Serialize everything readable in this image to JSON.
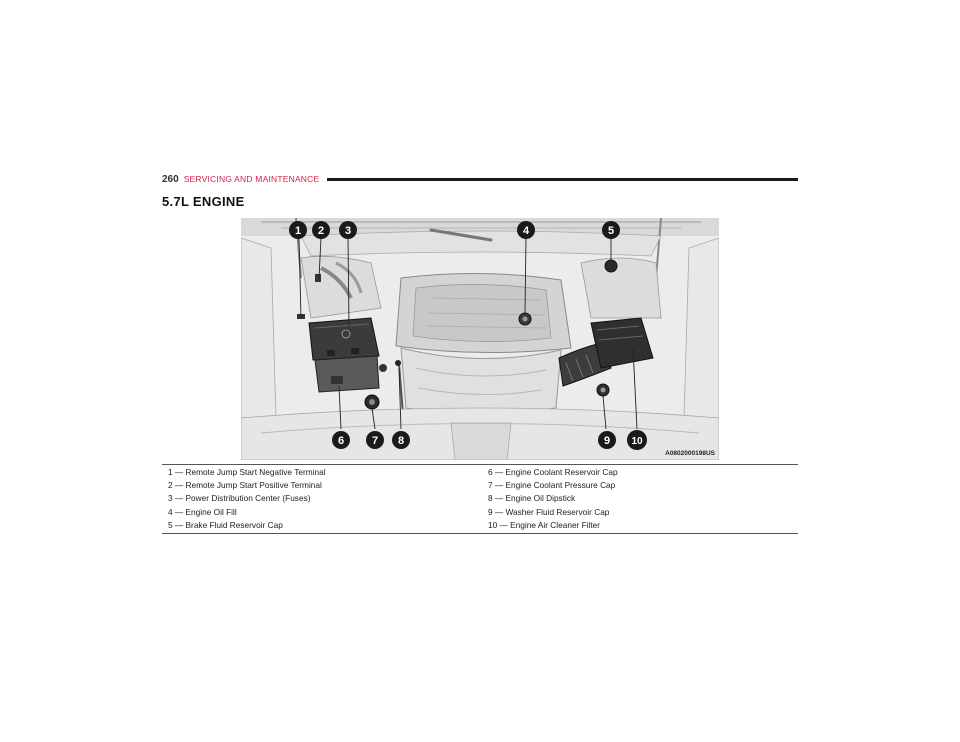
{
  "header": {
    "page_number": "260",
    "section": "SERVICING AND MAINTENANCE"
  },
  "section_title": {
    "prefix": "5.7L E",
    "rest": "NGINE"
  },
  "figure": {
    "id": "A0802000198US",
    "callouts": [
      "1",
      "2",
      "3",
      "4",
      "5",
      "6",
      "7",
      "8",
      "9",
      "10"
    ]
  },
  "legend": {
    "rows": [
      {
        "left": "1 — Remote Jump Start Negative Terminal",
        "right": "6 — Engine Coolant Reservoir Cap"
      },
      {
        "left": "2 — Remote Jump Start Positive Terminal",
        "right": "7 — Engine Coolant Pressure Cap"
      },
      {
        "left": "3 — Power Distribution Center (Fuses)",
        "right": "8 — Engine Oil Dipstick"
      },
      {
        "left": "4 — Engine Oil Fill",
        "right": "9 — Washer Fluid Reservoir Cap"
      },
      {
        "left": "5 — Brake Fluid Reservoir Cap",
        "right": "10 — Engine Air Cleaner Filter"
      }
    ]
  },
  "colors": {
    "accent": "#d61f4a",
    "callout_fill": "#1a1a1a"
  }
}
